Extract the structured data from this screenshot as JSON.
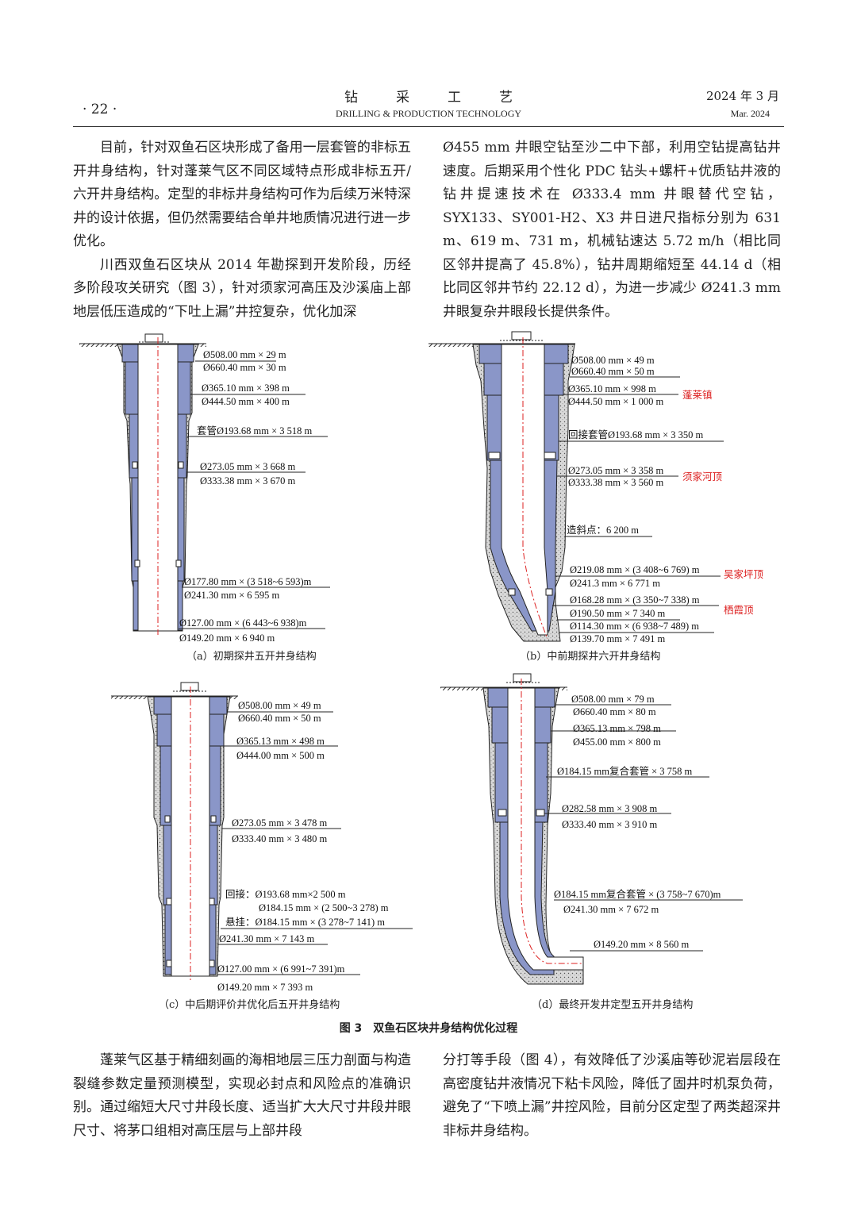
{
  "header": {
    "page": "· 22 ·",
    "journal_cn": "钻采工艺",
    "journal_en": "DRILLING & PRODUCTION TECHNOLOGY",
    "date_cn": "2024 年 3 月",
    "date_en": "Mar. 2024"
  },
  "text_top_left": [
    "目前，针对双鱼石区块形成了备用一层套管的非标五开井身结构，针对蓬莱气区不同区域特点形成非标五开/六开井身结构。定型的非标井身结构可作为后续万米特深井的设计依据，但仍然需要结合单井地质情况进行进一步优化。",
    "川西双鱼石区块从 2014 年勘探到开发阶段，历经多阶段攻关研究（图 3），针对须家河高压及沙溪庙上部地层低压造成的“下吐上漏”井控复杂，优化加深"
  ],
  "text_top_right": "Ø455 mm 井眼空钻至沙二中下部，利用空钻提高钻井速度。后期采用个性化 PDC 钻头+螺杆+优质钻井液的钻井提速技术在 Ø333.4 mm 井眼替代空钻，SYX133、SY001-H2、X3 井日进尺指标分别为 631 m、619 m、731 m，机械钻速达 5.72 m/h（相比同区邻井提高了 45.8%），钻井周期缩短至 44.14 d（相比同区邻井节约 22.12 d），为进一步减少 Ø241.3 mm 井眼复杂井眼段长提供条件。",
  "figure": {
    "title": "图 3　双鱼石区块井身结构优化过程",
    "a": {
      "caption": "（a）初期探井五开井身结构",
      "labels": [
        "Ø508.00 mm × 29 m",
        "Ø660.40 mm × 30 m",
        "Ø365.10 mm × 398 m",
        "Ø444.50 mm × 400 m",
        "套管Ø193.68 mm × 3 518 m",
        "Ø273.05 mm × 3 668 m",
        "Ø333.38 mm × 3 670 m",
        "Ø177.80 mm × (3 518~6 593)m",
        "Ø241.30 mm × 6 595 m",
        "Ø127.00 mm × (6 443~6 938)m",
        "Ø149.20 mm × 6 940 m"
      ]
    },
    "b": {
      "caption": "（b）中前期探井六开井身结构",
      "labels": [
        "Ø508.00 mm × 49 m",
        "Ø660.40 mm × 50 m",
        "Ø365.10 mm × 998 m",
        "Ø444.50 mm × 1 000 m",
        "回接套管Ø193.68 mm × 3 350 m",
        "Ø273.05 mm × 3 358 m",
        "Ø333.38 mm × 3 560 m",
        "造斜点：6 200 m",
        "Ø219.08 mm × (3 408~6 769) m",
        "Ø241.3 mm × 6 771 m",
        "Ø168.28 mm × (3 350~7 338) m",
        "Ø190.50 mm × 7 340 m",
        "Ø114.30 mm × (6 938~7 489) m",
        "Ø139.70 mm × 7 491 m"
      ],
      "red_labels": [
        "蓬莱镇",
        "须家河顶",
        "吴家坪顶",
        "栖霞顶"
      ]
    },
    "c": {
      "caption": "（c）中后期评价井优化后五开井身结构",
      "labels": [
        "Ø508.00 mm × 49 m",
        "Ø660.40 mm × 50 m",
        "Ø365.13 mm × 498 m",
        "Ø444.00 mm × 500 m",
        "Ø273.05 mm × 3 478 m",
        "Ø333.40 mm × 3 480 m",
        "回接：Ø193.68 mm×2 500 m",
        "Ø184.15 mm × (2 500~3 278) m",
        "悬挂：Ø184.15 mm × (3 278~7 141) m",
        "Ø241.30 mm × 7 143 m",
        "Ø127.00 mm × (6 991~7 391)m",
        "Ø149.20 mm × 7 393 m"
      ]
    },
    "d": {
      "caption": "（d）最终开发井定型五开井身结构",
      "labels": [
        "Ø508.00 mm × 79 m",
        "Ø660.40 mm × 80 m",
        "Ø365.13 mm × 798 m",
        "Ø455.00 mm × 800 m",
        "Ø184.15 mm复合套管 × 3 758 m",
        "Ø282.58 mm × 3 908 m",
        "Ø333.40 mm × 3 910 m",
        "Ø184.15 mm复合套管 × (3 758~7 670)m",
        "Ø241.30 mm × 7 672 m",
        "Ø149.20 mm × 8 560 m"
      ]
    }
  },
  "text_bottom_left": "蓬莱气区基于精细刻画的海相地层三压力剖面与构造裂缝参数定量预测模型，实现必封点和风险点的准确识别。通过缩短大尺寸井段长度、适当扩大大尺寸井段井眼尺寸、将茅口组相对高压层与上部井段",
  "text_bottom_right": "分打等手段（图 4），有效降低了沙溪庙等砂泥岩层段在高密度钻井液情况下粘卡风险，降低了固井时机泵负荷，避免了“下喷上漏”井控风险，目前分区定型了两类超深井非标井身结构。"
}
